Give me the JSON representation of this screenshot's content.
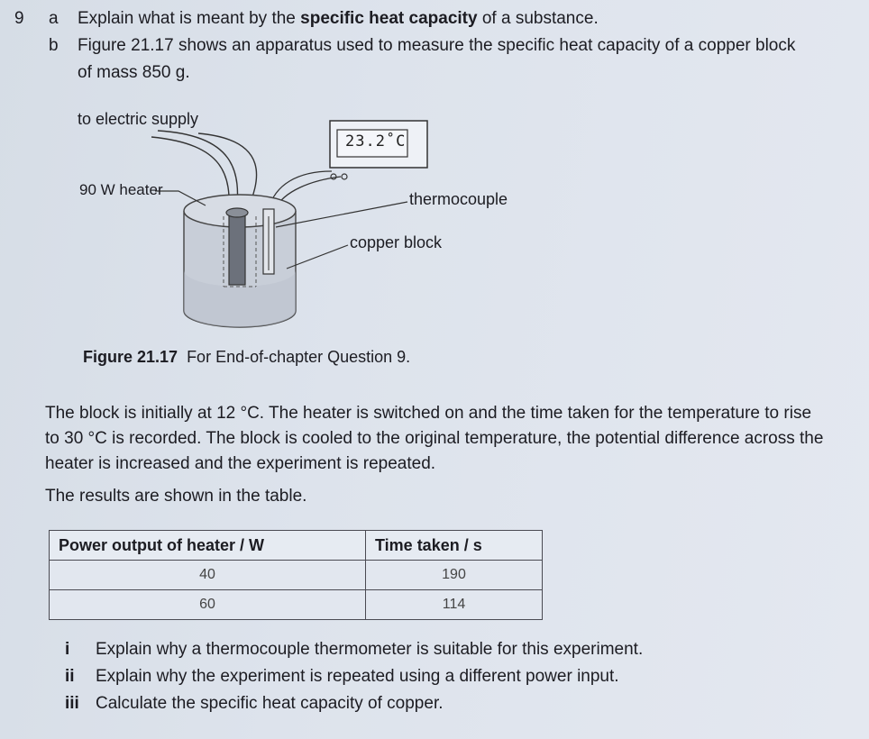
{
  "question": {
    "number": "9",
    "part_a": {
      "letter": "a",
      "pre": "Explain what is meant by the ",
      "bold": "specific heat capacity",
      "post": " of a substance."
    },
    "part_b": {
      "letter": "b",
      "line1": "Figure 21.17 shows an apparatus used to measure the specific heat capacity of a copper block",
      "line2": "of mass 850 g."
    }
  },
  "figure": {
    "label_supply": "to electric supply",
    "label_heater": "90 W heater",
    "label_thermocouple": "thermocouple",
    "label_copper": "copper block",
    "meter_reading": "23.2˚C",
    "caption_bold": "Figure 21.17",
    "caption_text": "For End-of-chapter Question 9."
  },
  "body": {
    "para1_line1": "The block is initially at 12 °C. The heater is switched on and the time taken for the temperature to rise",
    "para1_line2": "to 30 °C is recorded. The block is cooled to the original temperature, the potential difference across the",
    "para1_line3": "heater is increased and the experiment is repeated.",
    "para2": "The results are shown in the table."
  },
  "table": {
    "headers": [
      "Power output of heater / W",
      "Time taken / s"
    ],
    "rows": [
      [
        "40",
        "190"
      ],
      [
        "60",
        "114"
      ]
    ]
  },
  "subquestions": [
    {
      "n": "i",
      "text": "Explain why a thermocouple thermometer is suitable for this experiment."
    },
    {
      "n": "ii",
      "text": "Explain why the experiment is repeated using a different power input."
    },
    {
      "n": "iii",
      "text": "Calculate the specific heat capacity of copper."
    }
  ]
}
